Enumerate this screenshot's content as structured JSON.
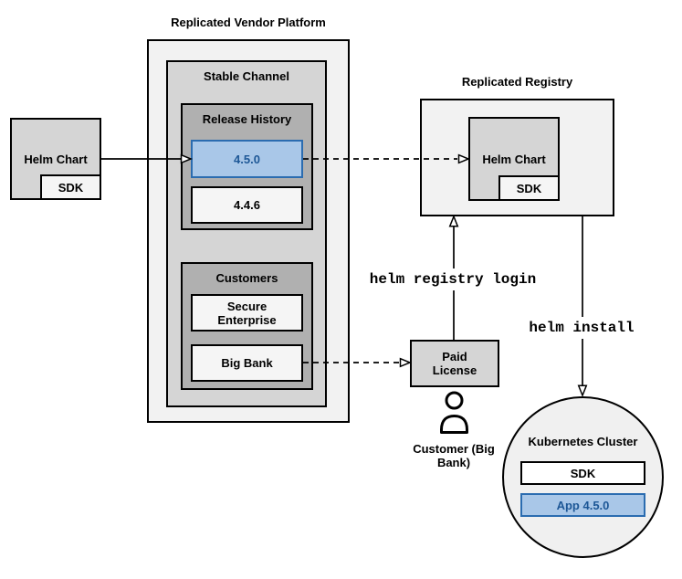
{
  "source_chart": {
    "label": "Helm Chart",
    "sdk": "SDK"
  },
  "platform": {
    "title": "Replicated Vendor Platform",
    "stable_channel": {
      "title": "Stable Channel",
      "release_history": {
        "title": "Release History",
        "releases": [
          {
            "version": "4.5.0",
            "highlighted": true
          },
          {
            "version": "4.4.6",
            "highlighted": false
          }
        ]
      },
      "customers": {
        "title": "Customers",
        "items": [
          {
            "name": "Secure Enterprise"
          },
          {
            "name": "Big Bank"
          }
        ]
      }
    }
  },
  "registry": {
    "title": "Replicated Registry",
    "helm_chart": "Helm Chart",
    "sdk": "SDK"
  },
  "license": {
    "label": "Paid License"
  },
  "customer": {
    "icon": "person-icon",
    "label": "Customer (Big Bank)"
  },
  "commands": {
    "login": "helm registry login",
    "install": "helm install"
  },
  "cluster": {
    "title": "Kubernetes Cluster",
    "sdk": "SDK",
    "app": "App 4.5.0"
  },
  "colors": {
    "highlight_fill": "#A9C7E8",
    "highlight_border": "#2B6CB0",
    "highlight_text": "#1D5796",
    "box_light": "#F2F2F2",
    "box_medium": "#D5D5D5",
    "box_dark": "#B0B0B0",
    "box_pale": "#F5F5F5",
    "line_color": "#000000"
  }
}
